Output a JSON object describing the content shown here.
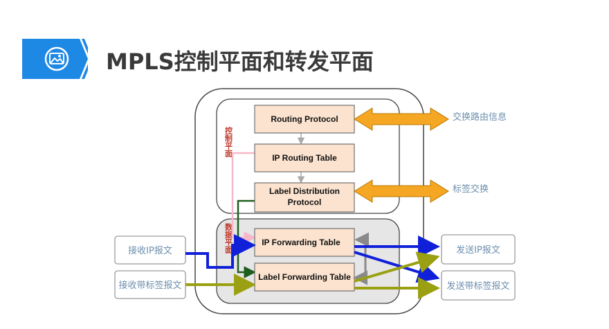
{
  "header": {
    "title": "MPLS控制平面和转发平面",
    "banner_icon": "image-icon",
    "banner_color": "#1e88e5"
  },
  "planes": {
    "control_label": "控制平面",
    "data_label": "数据平面"
  },
  "boxes": {
    "routing_protocol": "Routing Protocol",
    "ip_routing_table": "IP Routing Table",
    "ldp_line1": "Label Distribution",
    "ldp_line2": "Protocol",
    "ip_forwarding_table": "IP Forwarding Table",
    "label_forwarding_table": "Label Forwarding Table"
  },
  "side_labels": {
    "exchange_routing_info": "交换路由信息",
    "label_exchange": "标签交换"
  },
  "io": {
    "receive_ip": "接收IP报文",
    "receive_labeled": "接收带标签报文",
    "send_ip": "发送IP报文",
    "send_labeled": "发送带标签报文"
  },
  "colors": {
    "box_fill": "#fbe3cf",
    "box_stroke": "#555555",
    "orange_arrow": "#f5a623",
    "blue_arrow": "#1020d8",
    "olive_arrow": "#9aa012",
    "pink_line": "#f7b7c8",
    "green_line": "#1e5e1e",
    "gray_arrow": "#8a8a8a"
  }
}
